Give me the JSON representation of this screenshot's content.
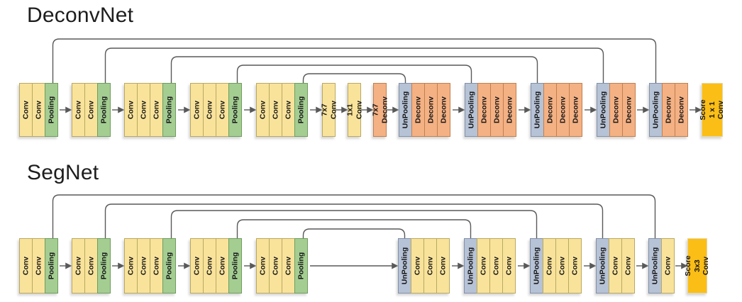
{
  "palette": {
    "page_bg": "#ffffff",
    "conv_fill": "#F9E39B",
    "conv_border": "#B9A961",
    "pooling_fill": "#A4CD92",
    "pooling_border": "#6F9D5C",
    "deconv_fill": "#F4B184",
    "deconv_border": "#C1804F",
    "unpooling_fill": "#B6C2D5",
    "unpooling_border": "#8290A9",
    "score_fill": "#FBBE17",
    "score_border": "#E6D7A3",
    "connector": "#595959",
    "label_text": "#141414",
    "title_text": "#1d1d1d"
  },
  "diagrams": [
    {
      "title": "DeconvNet",
      "groups": [
        {
          "name": "conv-block-1",
          "boxes": [
            {
              "type": "conv",
              "label": "Conv"
            },
            {
              "type": "conv",
              "label": "Conv"
            },
            {
              "type": "pooling",
              "label": "Pooling"
            }
          ]
        },
        {
          "name": "conv-block-2",
          "boxes": [
            {
              "type": "conv",
              "label": "Conv"
            },
            {
              "type": "conv",
              "label": "Conv"
            },
            {
              "type": "pooling",
              "label": "Pooling"
            }
          ]
        },
        {
          "name": "conv-block-3",
          "boxes": [
            {
              "type": "conv",
              "label": "Conv"
            },
            {
              "type": "conv",
              "label": "Conv"
            },
            {
              "type": "conv",
              "label": "Conv"
            },
            {
              "type": "pooling",
              "label": "Pooling"
            }
          ]
        },
        {
          "name": "conv-block-4",
          "boxes": [
            {
              "type": "conv",
              "label": "Conv"
            },
            {
              "type": "conv",
              "label": "Conv"
            },
            {
              "type": "conv",
              "label": "Conv"
            },
            {
              "type": "pooling",
              "label": "Pooling"
            }
          ]
        },
        {
          "name": "conv-block-5",
          "boxes": [
            {
              "type": "conv",
              "label": "Conv"
            },
            {
              "type": "conv",
              "label": "Conv"
            },
            {
              "type": "conv",
              "label": "Conv"
            },
            {
              "type": "pooling",
              "label": "Pooling"
            }
          ]
        },
        {
          "name": "fc-conv-7x7",
          "boxes": [
            {
              "type": "conv",
              "label": "7x7 Conv"
            }
          ]
        },
        {
          "name": "fc-conv-1x1",
          "boxes": [
            {
              "type": "conv",
              "label": "1x1 Conv"
            }
          ]
        },
        {
          "name": "fc-deconv-7x7",
          "boxes": [
            {
              "type": "deconv",
              "label": "7x7 Deconv"
            }
          ]
        },
        {
          "name": "deconv-block-1",
          "boxes": [
            {
              "type": "unpooling",
              "label": "UnPooling"
            },
            {
              "type": "deconv",
              "label": "Deconv"
            },
            {
              "type": "deconv",
              "label": "Deconv"
            },
            {
              "type": "deconv",
              "label": "Deconv"
            }
          ]
        },
        {
          "name": "deconv-block-2",
          "boxes": [
            {
              "type": "unpooling",
              "label": "UnPooling"
            },
            {
              "type": "deconv",
              "label": "Deconv"
            },
            {
              "type": "deconv",
              "label": "Deconv"
            },
            {
              "type": "deconv",
              "label": "Deconv"
            }
          ]
        },
        {
          "name": "deconv-block-3",
          "boxes": [
            {
              "type": "unpooling",
              "label": "UnPooling"
            },
            {
              "type": "deconv",
              "label": "Deconv"
            },
            {
              "type": "deconv",
              "label": "Deconv"
            },
            {
              "type": "deconv",
              "label": "Deconv"
            }
          ]
        },
        {
          "name": "deconv-block-4",
          "boxes": [
            {
              "type": "unpooling",
              "label": "UnPooling"
            },
            {
              "type": "deconv",
              "label": "Deconv"
            },
            {
              "type": "deconv",
              "label": "Deconv"
            }
          ]
        },
        {
          "name": "deconv-block-5",
          "boxes": [
            {
              "type": "unpooling",
              "label": "UnPooling"
            },
            {
              "type": "deconv",
              "label": "Deconv"
            },
            {
              "type": "deconv",
              "label": "Deconv"
            }
          ]
        },
        {
          "name": "score-block",
          "boxes": [
            {
              "type": "score",
              "label": "Score\n1 x 1 Conv"
            }
          ]
        }
      ],
      "skip_connections": [
        {
          "from_group": 0,
          "to_group": 12
        },
        {
          "from_group": 1,
          "to_group": 11
        },
        {
          "from_group": 2,
          "to_group": 10
        },
        {
          "from_group": 3,
          "to_group": 9
        },
        {
          "from_group": 4,
          "to_group": 8
        }
      ]
    },
    {
      "title": "SegNet",
      "groups": [
        {
          "name": "conv-block-1",
          "boxes": [
            {
              "type": "conv",
              "label": "Conv"
            },
            {
              "type": "conv",
              "label": "Conv"
            },
            {
              "type": "pooling",
              "label": "Pooling"
            }
          ]
        },
        {
          "name": "conv-block-2",
          "boxes": [
            {
              "type": "conv",
              "label": "Conv"
            },
            {
              "type": "conv",
              "label": "Conv"
            },
            {
              "type": "pooling",
              "label": "Pooling"
            }
          ]
        },
        {
          "name": "conv-block-3",
          "boxes": [
            {
              "type": "conv",
              "label": "Conv"
            },
            {
              "type": "conv",
              "label": "Conv"
            },
            {
              "type": "conv",
              "label": "Conv"
            },
            {
              "type": "pooling",
              "label": "Pooling"
            }
          ]
        },
        {
          "name": "conv-block-4",
          "boxes": [
            {
              "type": "conv",
              "label": "Conv"
            },
            {
              "type": "conv",
              "label": "Conv"
            },
            {
              "type": "conv",
              "label": "Conv"
            },
            {
              "type": "pooling",
              "label": "Pooling"
            }
          ]
        },
        {
          "name": "conv-block-5",
          "boxes": [
            {
              "type": "conv",
              "label": "Conv"
            },
            {
              "type": "conv",
              "label": "Conv"
            },
            {
              "type": "conv",
              "label": "Conv"
            },
            {
              "type": "pooling",
              "label": "Pooling"
            }
          ]
        },
        {
          "name": "decoder-block-1",
          "boxes": [
            {
              "type": "unpooling",
              "label": "UnPooling"
            },
            {
              "type": "conv",
              "label": "Conv"
            },
            {
              "type": "conv",
              "label": "Conv"
            },
            {
              "type": "conv",
              "label": "Conv"
            }
          ]
        },
        {
          "name": "decoder-block-2",
          "boxes": [
            {
              "type": "unpooling",
              "label": "UnPooling"
            },
            {
              "type": "conv",
              "label": "Conv"
            },
            {
              "type": "conv",
              "label": "Conv"
            },
            {
              "type": "conv",
              "label": "Conv"
            }
          ]
        },
        {
          "name": "decoder-block-3",
          "boxes": [
            {
              "type": "unpooling",
              "label": "UnPooling"
            },
            {
              "type": "conv",
              "label": "Conv"
            },
            {
              "type": "conv",
              "label": "Conv"
            },
            {
              "type": "conv",
              "label": "Conv"
            }
          ]
        },
        {
          "name": "decoder-block-4",
          "boxes": [
            {
              "type": "unpooling",
              "label": "UnPooling"
            },
            {
              "type": "conv",
              "label": "Conv"
            },
            {
              "type": "conv",
              "label": "Conv"
            }
          ]
        },
        {
          "name": "decoder-block-5",
          "boxes": [
            {
              "type": "unpooling",
              "label": "UnPooling"
            },
            {
              "type": "conv",
              "label": "Conv"
            }
          ]
        },
        {
          "name": "score-block",
          "boxes": [
            {
              "type": "score",
              "label": "Score\n3x3 Conv"
            }
          ]
        }
      ],
      "skip_connections": [
        {
          "from_group": 0,
          "to_group": 9
        },
        {
          "from_group": 1,
          "to_group": 8
        },
        {
          "from_group": 2,
          "to_group": 7
        },
        {
          "from_group": 3,
          "to_group": 6
        },
        {
          "from_group": 4,
          "to_group": 5
        }
      ]
    }
  ]
}
